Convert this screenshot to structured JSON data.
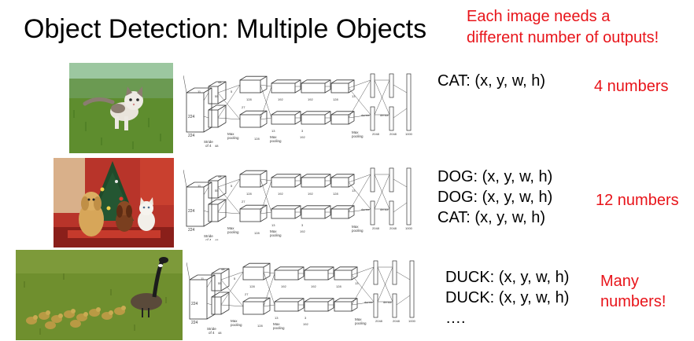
{
  "title": "Object Detection: Multiple Objects",
  "note": {
    "line1": "Each image needs a",
    "line2": "different number of outputs!"
  },
  "rows": [
    {
      "image": "cat-photo",
      "outputs": [
        "CAT: (x, y, w, h)"
      ],
      "count": [
        "4 numbers"
      ]
    },
    {
      "image": "dogs-and-cat-christmas-photo",
      "outputs": [
        "DOG: (x, y, w, h)",
        "DOG: (x, y, w, h)",
        "CAT: (x, y, w, h)"
      ],
      "count": [
        "12 numbers"
      ]
    },
    {
      "image": "ducks-photo",
      "outputs": [
        "DUCK: (x, y, w, h)",
        "DUCK: (x, y, w, h)",
        "…."
      ],
      "count": [
        "Many",
        "numbers!"
      ]
    }
  ],
  "network": {
    "icon": "alexnet-architecture-diagram",
    "labels": {
      "stride": "Stride",
      "of4": "of 4",
      "max": "Max",
      "pooling": "pooling",
      "dense": "dense",
      "n224": "224",
      "n48": "48",
      "n128": "128",
      "n192": "192",
      "n2048": "2048",
      "n13": "13",
      "n27": "27",
      "n55": "55",
      "n5": "5",
      "n3": "3",
      "n11": "11",
      "n1000": "1000"
    }
  },
  "colors": {
    "accent": "#e8141a",
    "text": "#000000"
  }
}
